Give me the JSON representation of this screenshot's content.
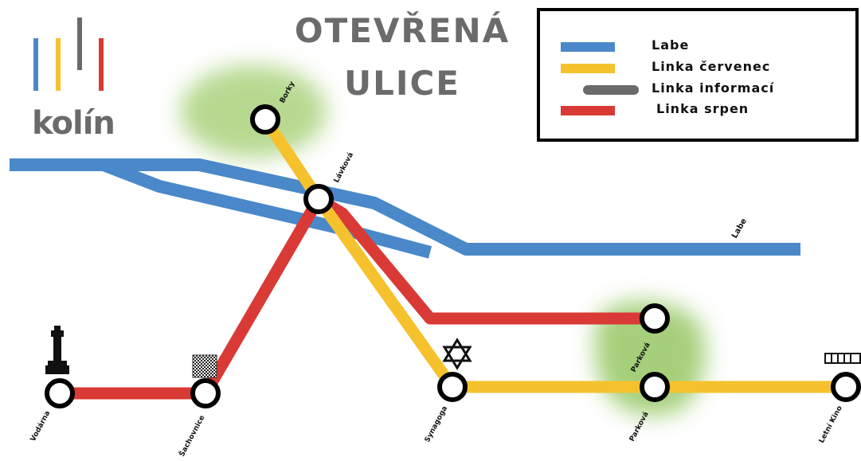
{
  "title": {
    "line1": "OTEVŘENÁ",
    "line2": "ULICE"
  },
  "logo": {
    "text": "kolín",
    "bar_colors": [
      "#4a88c9",
      "#f5c22e",
      "#6a6a6a",
      "#d93a35"
    ]
  },
  "colors": {
    "labe": "#4a88c9",
    "cervenec": "#f5c22e",
    "informaci": "#6a6a6a",
    "srpen": "#d93a35",
    "green": "#9fcc6a"
  },
  "legend": [
    {
      "label": "Labe",
      "color": "#4a88c9",
      "style": "bar"
    },
    {
      "label": "Linka červenec",
      "color": "#f5c22e",
      "style": "bar"
    },
    {
      "label": "Linka informací",
      "color": "#6a6a6a",
      "style": "rounded"
    },
    {
      "label": "Linka srpen",
      "color": "#d93a35",
      "style": "bar"
    }
  ],
  "river_label": "Labe",
  "stations": [
    {
      "id": "borky",
      "name": "Borky"
    },
    {
      "id": "lavkova",
      "name": "Lávková"
    },
    {
      "id": "vodarna",
      "name": "Vodárna"
    },
    {
      "id": "sachovnice",
      "name": "Šachovnice"
    },
    {
      "id": "synagoga",
      "name": "Synagoga"
    },
    {
      "id": "parkova-upper",
      "name": "Parková"
    },
    {
      "id": "parkova-lower",
      "name": "Parková"
    },
    {
      "id": "letni-kino",
      "name": "Letní Kino"
    }
  ],
  "icons": {
    "vodarna": "tower-icon",
    "sachovnice": "chessboard-icon",
    "synagoga": "star-of-david-icon",
    "letni-kino": "film-strip-icon"
  }
}
